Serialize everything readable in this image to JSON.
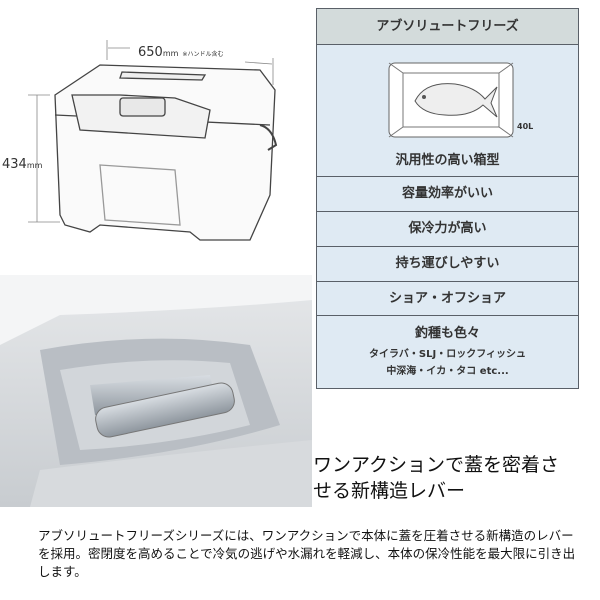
{
  "dimensions": {
    "width_label": "650",
    "width_unit": "mm",
    "width_note": "※ハンドル含む",
    "height_label": "434",
    "height_unit": "mm"
  },
  "spec_table": {
    "header": "アブソリュートフリーズ",
    "capacity": "40L",
    "rows": [
      "汎用性の高い箱型",
      "容量効率がいい",
      "保冷力が高い",
      "持ち運びしやすい",
      "ショア・オフショア",
      "釣種も色々"
    ],
    "fishing_types": [
      "タイラバ・SLJ・ロックフィッシュ",
      "中深海・イカ・タコ etc..."
    ]
  },
  "caption": [
    "ワンアクションで蓋を密着さ",
    "せる新構造レバー"
  ],
  "description": "アブソリュートフリーズシリーズには、ワンアクションで本体に蓋を圧着させる新構造のレバーを採用。密閉度を高めることで冷気の逃げや水漏れを軽減し、本体の保冷性能を最大限に引き出します。"
}
